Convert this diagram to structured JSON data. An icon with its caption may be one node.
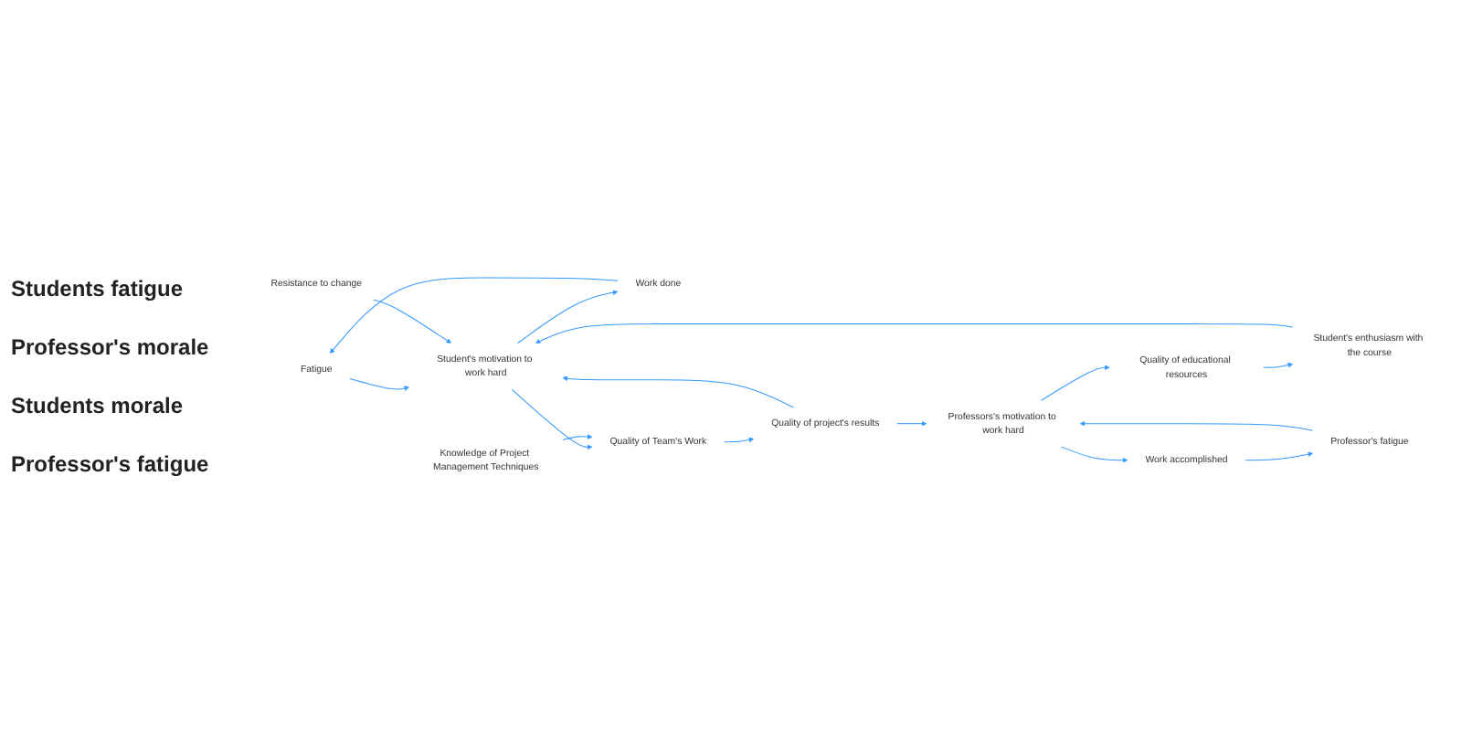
{
  "diagram": {
    "nodes": [
      {
        "text": [
          "Fatigue"
        ]
      },
      {
        "text": [
          "Student's enthusiasm with the course"
        ]
      },
      {
        "text": [
          "Work done"
        ]
      },
      {
        "text": [
          "Student's motivation to work hard"
        ]
      },
      {
        "text": [
          "Quality of educational resources"
        ]
      },
      {
        "text": [
          "Professor's fatigue"
        ]
      },
      {
        "text": [
          "Resistance to change"
        ]
      },
      {
        "text": [
          "Work accomplished"
        ]
      },
      {
        "text": [
          "Quality of Team's Work"
        ]
      },
      {
        "text": [
          "Professors's motivation to work hard"
        ]
      },
      {
        "text": [
          "Quality of project's results"
        ]
      },
      {
        "text": [
          "Knowledge of Project Management Techniques"
        ]
      }
    ],
    "edges": [
      {
        "from": 2,
        "to": 0,
        "arrow": "to"
      },
      {
        "from": 0,
        "to": 3,
        "arrow": "to"
      },
      {
        "from": 3,
        "to": 2,
        "arrow": "to"
      },
      {
        "from": 1,
        "to": 3,
        "arrow": "to"
      },
      {
        "from": 6,
        "to": 3,
        "arrow": "to"
      },
      {
        "from": 3,
        "to": 8,
        "arrow": "to"
      },
      {
        "from": 11,
        "to": 8,
        "arrow": "to"
      },
      {
        "from": 8,
        "to": 10,
        "arrow": "to"
      },
      {
        "from": 10,
        "to": 3,
        "arrow": "to"
      },
      {
        "from": 10,
        "to": 9,
        "arrow": "to"
      },
      {
        "from": 9,
        "to": 4,
        "arrow": "to"
      },
      {
        "from": 4,
        "to": 1,
        "arrow": "to"
      },
      {
        "from": 5,
        "to": 9,
        "arrow": "to"
      },
      {
        "from": 9,
        "to": 7,
        "arrow": "to"
      },
      {
        "from": 7,
        "to": 5,
        "arrow": "to"
      }
    ],
    "labels": [
      "Students fatigue",
      "Professor's morale",
      "Students morale",
      "Professor's fatigue"
    ]
  }
}
